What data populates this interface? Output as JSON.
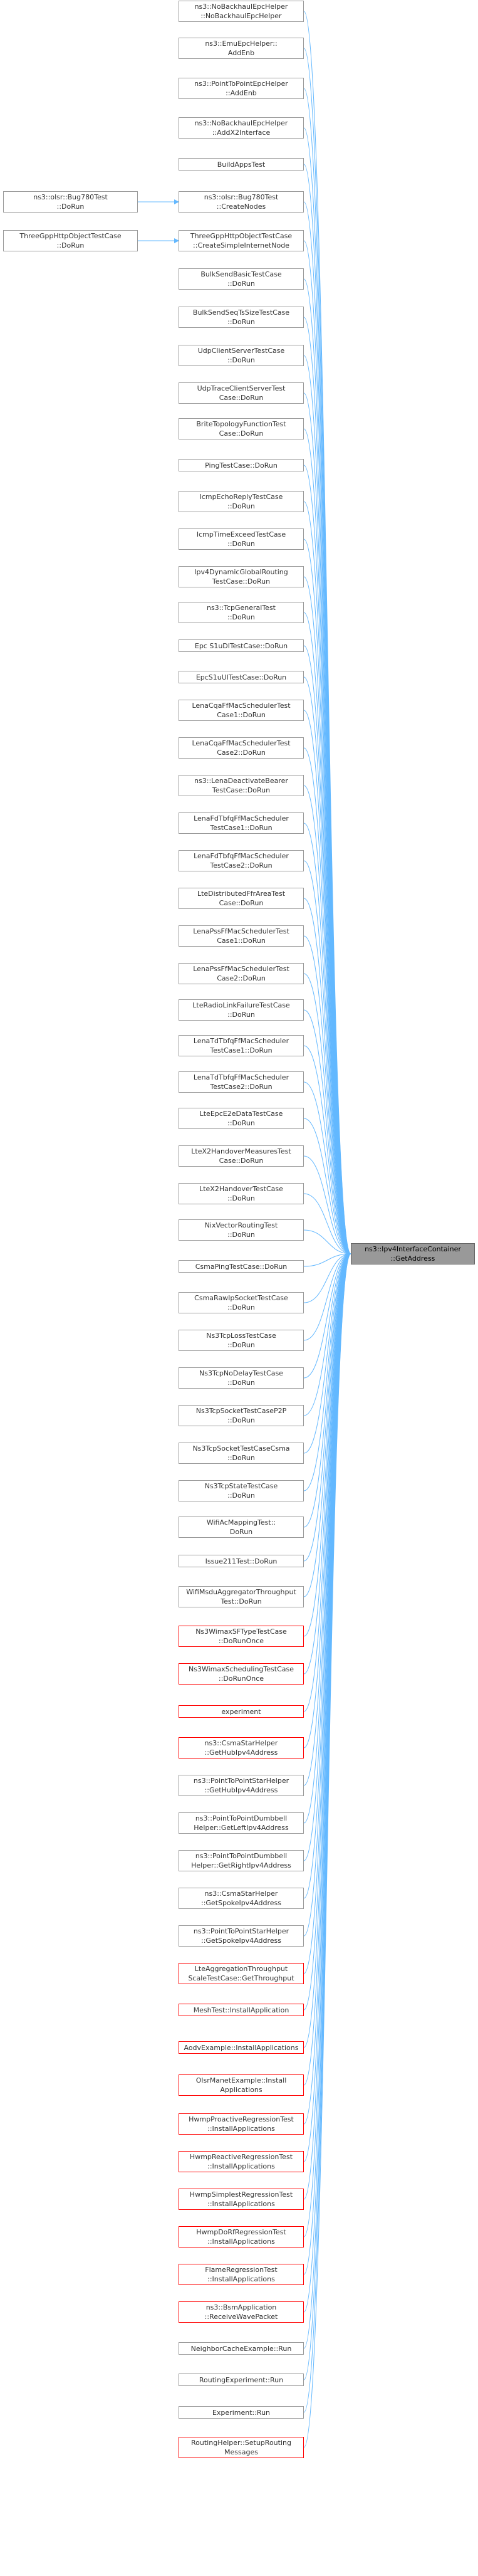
{
  "colors": {
    "edge": "#63b8ff",
    "node_border": "#999999",
    "red_border": "#ff0000",
    "target_fill": "#999999"
  },
  "target": {
    "label": "ns3::Ipv4InterfaceContainer\n::GetAddress"
  },
  "callers": [
    {
      "label": "ns3::NoBackhaulEpcHelper\n::NoBackhaulEpcHelper",
      "red": false
    },
    {
      "label": "ns3::EmuEpcHelper::\nAddEnb",
      "red": false
    },
    {
      "label": "ns3::PointToPointEpcHelper\n::AddEnb",
      "red": false
    },
    {
      "label": "ns3::NoBackhaulEpcHelper\n::AddX2Interface",
      "red": false
    },
    {
      "label": "BuildAppsTest",
      "red": false
    },
    {
      "label": "ns3::olsr::Bug780Test\n::CreateNodes",
      "red": false,
      "caller": "ns3::olsr::Bug780Test\n::DoRun"
    },
    {
      "label": "ThreeGppHttpObjectTestCase\n::CreateSimpleInternetNode",
      "red": false,
      "caller": "ThreeGppHttpObjectTestCase\n::DoRun"
    },
    {
      "label": "BulkSendBasicTestCase\n::DoRun",
      "red": false
    },
    {
      "label": "BulkSendSeqTsSizeTestCase\n::DoRun",
      "red": false
    },
    {
      "label": "UdpClientServerTestCase\n::DoRun",
      "red": false
    },
    {
      "label": "UdpTraceClientServerTest\nCase::DoRun",
      "red": false
    },
    {
      "label": "BriteTopologyFunctionTest\nCase::DoRun",
      "red": false
    },
    {
      "label": "PingTestCase::DoRun",
      "red": false
    },
    {
      "label": "IcmpEchoReplyTestCase\n::DoRun",
      "red": false
    },
    {
      "label": "IcmpTimeExceedTestCase\n::DoRun",
      "red": false
    },
    {
      "label": "Ipv4DynamicGlobalRouting\nTestCase::DoRun",
      "red": false
    },
    {
      "label": "ns3::TcpGeneralTest\n::DoRun",
      "red": false
    },
    {
      "label": "Epc S1uDlTestCase::DoRun",
      "red": false
    },
    {
      "label": "EpcS1uUlTestCase::DoRun",
      "red": false
    },
    {
      "label": "LenaCqaFfMacSchedulerTest\nCase1::DoRun",
      "red": false
    },
    {
      "label": "LenaCqaFfMacSchedulerTest\nCase2::DoRun",
      "red": false
    },
    {
      "label": "ns3::LenaDeactivateBearer\nTestCase::DoRun",
      "red": false
    },
    {
      "label": "LenaFdTbfqFfMacScheduler\nTestCase1::DoRun",
      "red": false
    },
    {
      "label": "LenaFdTbfqFfMacScheduler\nTestCase2::DoRun",
      "red": false
    },
    {
      "label": "LteDistributedFfrAreaTest\nCase::DoRun",
      "red": false
    },
    {
      "label": "LenaPssFfMacSchedulerTest\nCase1::DoRun",
      "red": false
    },
    {
      "label": "LenaPssFfMacSchedulerTest\nCase2::DoRun",
      "red": false
    },
    {
      "label": "LteRadioLinkFailureTestCase\n::DoRun",
      "red": false
    },
    {
      "label": "LenaTdTbfqFfMacScheduler\nTestCase1::DoRun",
      "red": false
    },
    {
      "label": "LenaTdTbfqFfMacScheduler\nTestCase2::DoRun",
      "red": false
    },
    {
      "label": "LteEpcE2eDataTestCase\n::DoRun",
      "red": false
    },
    {
      "label": "LteX2HandoverMeasuresTest\nCase::DoRun",
      "red": false
    },
    {
      "label": "LteX2HandoverTestCase\n::DoRun",
      "red": false
    },
    {
      "label": "NixVectorRoutingTest\n::DoRun",
      "red": false
    },
    {
      "label": "CsmaPingTestCase::DoRun",
      "red": false
    },
    {
      "label": "CsmaRawIpSocketTestCase\n::DoRun",
      "red": false
    },
    {
      "label": "Ns3TcpLossTestCase\n::DoRun",
      "red": false
    },
    {
      "label": "Ns3TcpNoDelayTestCase\n::DoRun",
      "red": false
    },
    {
      "label": "Ns3TcpSocketTestCaseP2P\n::DoRun",
      "red": false
    },
    {
      "label": "Ns3TcpSocketTestCaseCsma\n::DoRun",
      "red": false
    },
    {
      "label": "Ns3TcpStateTestCase\n::DoRun",
      "red": false
    },
    {
      "label": "WifiAcMappingTest::\nDoRun",
      "red": false
    },
    {
      "label": "Issue211Test::DoRun",
      "red": false
    },
    {
      "label": "WifiMsduAggregatorThroughput\nTest::DoRun",
      "red": false
    },
    {
      "label": "Ns3WimaxSFTypeTestCase\n::DoRunOnce",
      "red": true
    },
    {
      "label": "Ns3WimaxSchedulingTestCase\n::DoRunOnce",
      "red": true
    },
    {
      "label": "experiment",
      "red": true
    },
    {
      "label": "ns3::CsmaStarHelper\n::GetHubIpv4Address",
      "red": true
    },
    {
      "label": "ns3::PointToPointStarHelper\n::GetHubIpv4Address",
      "red": false
    },
    {
      "label": "ns3::PointToPointDumbbell\nHelper::GetLeftIpv4Address",
      "red": false
    },
    {
      "label": "ns3::PointToPointDumbbell\nHelper::GetRightIpv4Address",
      "red": false
    },
    {
      "label": "ns3::CsmaStarHelper\n::GetSpokeIpv4Address",
      "red": false
    },
    {
      "label": "ns3::PointToPointStarHelper\n::GetSpokeIpv4Address",
      "red": false
    },
    {
      "label": "LteAggregationThroughput\nScaleTestCase::GetThroughput",
      "red": true
    },
    {
      "label": "MeshTest::InstallApplication",
      "red": true
    },
    {
      "label": "AodvExample::InstallApplications",
      "red": true
    },
    {
      "label": "OlsrManetExample::Install\nApplications",
      "red": true
    },
    {
      "label": "HwmpProactiveRegressionTest\n::InstallApplications",
      "red": true
    },
    {
      "label": "HwmpReactiveRegressionTest\n::InstallApplications",
      "red": true
    },
    {
      "label": "HwmpSimplestRegressionTest\n::InstallApplications",
      "red": true
    },
    {
      "label": "HwmpDoRfRegressionTest\n::InstallApplications",
      "red": true
    },
    {
      "label": "FlameRegressionTest\n::InstallApplications",
      "red": true
    },
    {
      "label": "ns3::BsmApplication\n::ReceiveWavePacket",
      "red": true
    },
    {
      "label": "NeighborCacheExample::Run",
      "red": false
    },
    {
      "label": "RoutingExperiment::Run",
      "red": false
    },
    {
      "label": "Experiment::Run",
      "red": false
    },
    {
      "label": "RoutingHelper::SetupRouting\nMessages",
      "red": true
    }
  ]
}
